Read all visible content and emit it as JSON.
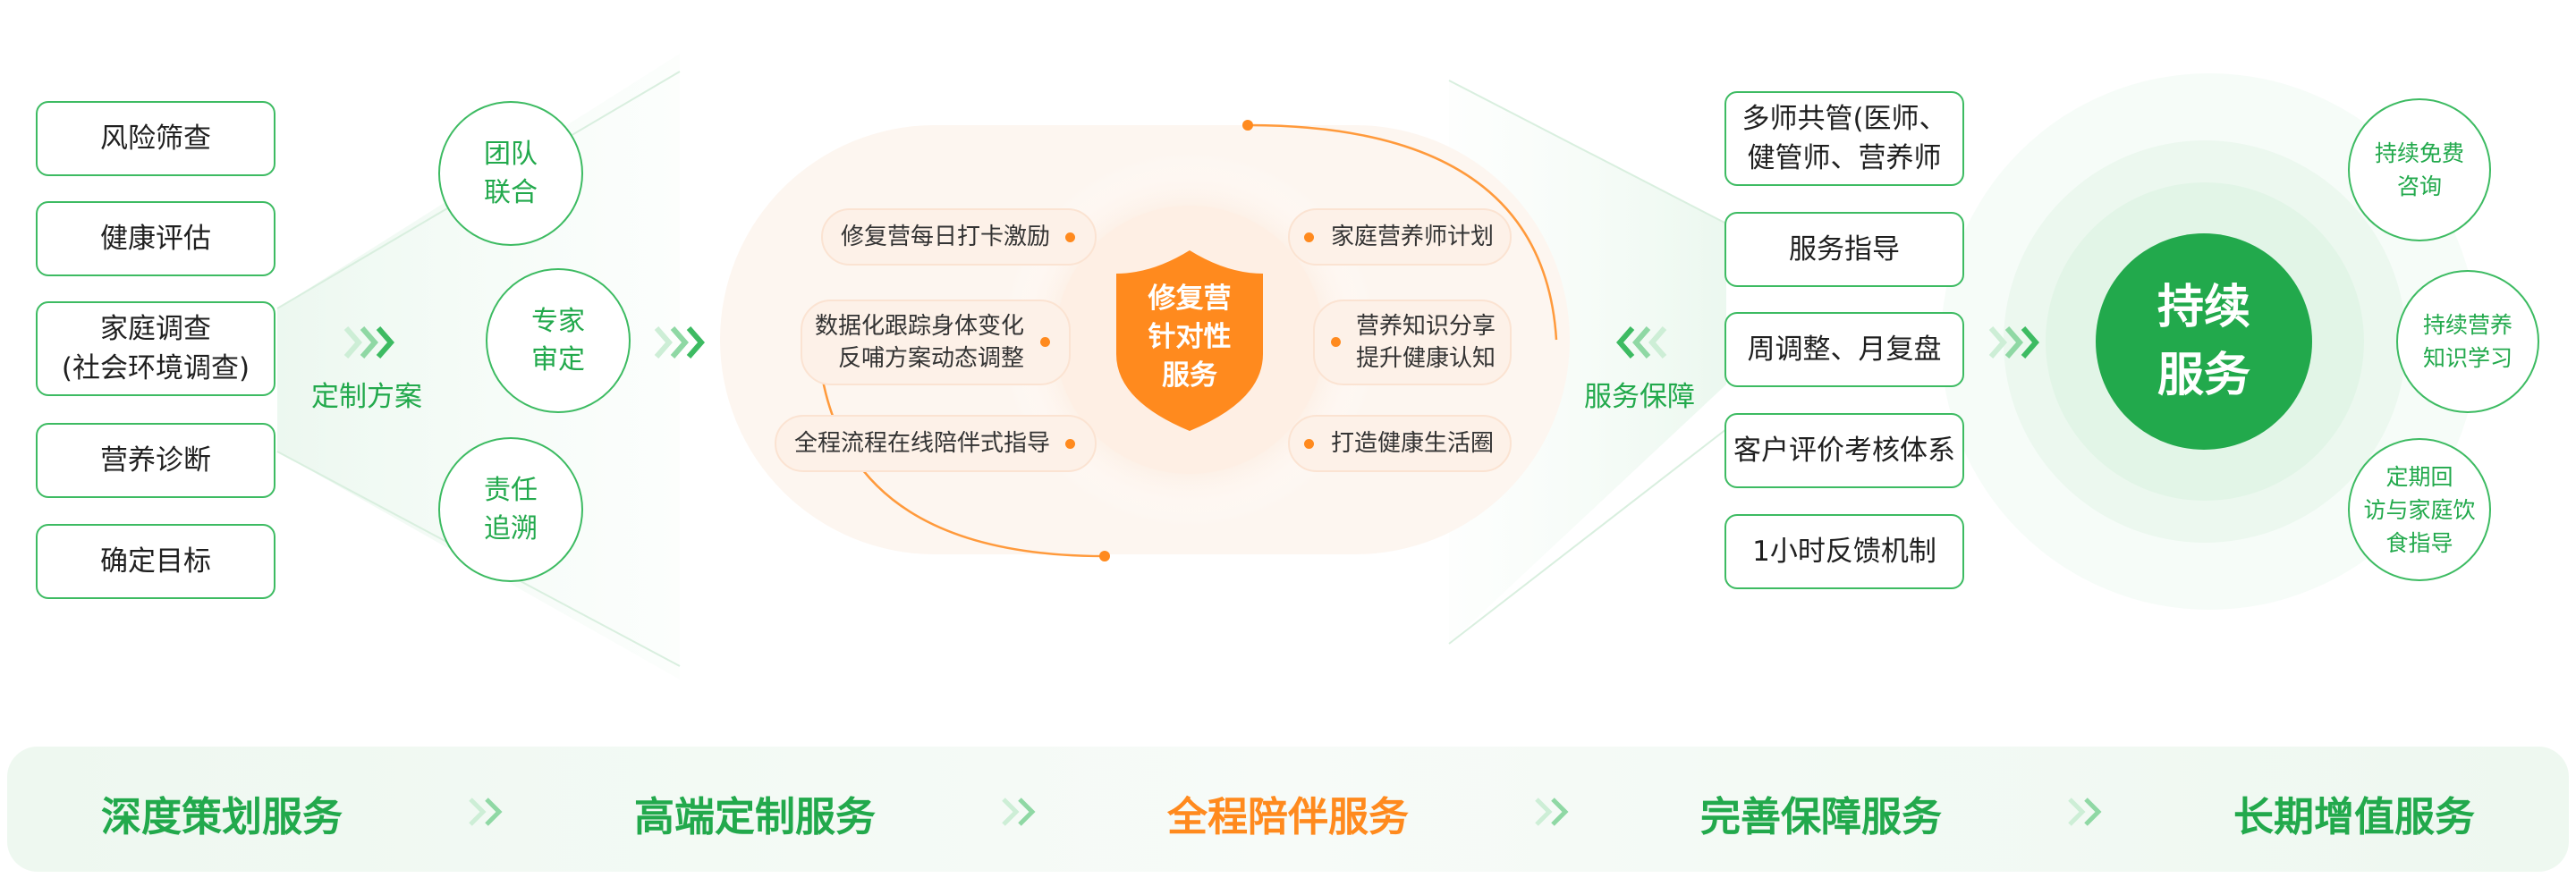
{
  "left_steps": [
    "风险筛查",
    "健康评估",
    "家庭调查\n(社会环境调查)",
    "营养诊断",
    "确定目标"
  ],
  "left_circles": [
    "团队\n联合",
    "专家\n审定",
    "责任\n追溯"
  ],
  "label_custom": "定制方案",
  "center_badge": "修复营\n针对性\n服务",
  "center_left_items": [
    "修复营每日打卡激励",
    "数据化跟踪身体变化\n反哺方案动态调整",
    "全程流程在线陪伴式指导"
  ],
  "center_right_items": [
    "家庭营养师计划",
    "营养知识分享\n提升健康认知",
    "打造健康生活圈"
  ],
  "label_guarantee": "服务保障",
  "right_boxes": [
    "多师共管(医师、\n健管师、营养师",
    "服务指导",
    "周调整、月复盘",
    "客户评价考核体系",
    "1小时反馈机制"
  ],
  "main_circle": "持续\n服务",
  "side_circles": [
    "持续免费\n咨询",
    "持续营养\n知识学习",
    "定期回\n访与家庭饮\n食指导"
  ],
  "bottom_band": [
    "深度策划服务",
    "高端定制服务",
    "全程陪伴服务",
    "完善保障服务",
    "长期增值服务"
  ],
  "colors": {
    "green": "#22a94c",
    "green_border": "#3dbb62",
    "orange": "#ff8a1e",
    "band_bg": "#f3faf4"
  }
}
